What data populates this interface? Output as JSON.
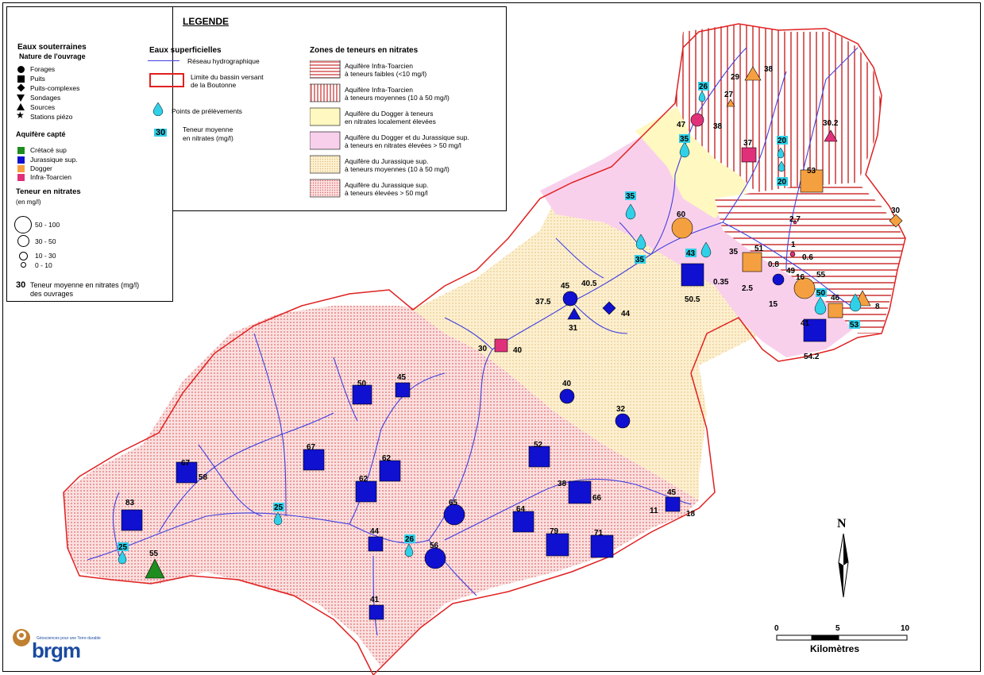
{
  "legend": {
    "title": "LEGENDE",
    "groundwater_title": "Eaux souterraines",
    "structure_title": "Nature de l'ouvrage",
    "structure_items": [
      "Forages",
      "Puits",
      "Puits-complexes",
      "Sondages",
      "Sources",
      "Stations piézo"
    ],
    "aquifer_title": "Aquifère capté",
    "aquifer_items": [
      {
        "label": "Crétacé sup",
        "color": "#1e8c1e"
      },
      {
        "label": "Jurassique sup.",
        "color": "#1010d0"
      },
      {
        "label": "Dogger",
        "color": "#f5a040"
      },
      {
        "label": "Infra-Toarcien",
        "color": "#e0307a"
      }
    ],
    "nitrate_title": "Teneur en nitrates",
    "nitrate_unit": "(en mg/l)",
    "size_classes": [
      "50 - 100",
      "30 -  50",
      "10 -  30",
      "0 -  10"
    ],
    "avg_label_sample": "30",
    "avg_label_text": "Teneur moyenne en nitrates (mg/l)",
    "avg_label_text2": "des ouvrages",
    "surface_title": "Eaux superficielles",
    "surface_items": {
      "network": "Réseau hydrographique",
      "basin_1": "Limite du bassin versant",
      "basin_2": "de la Boutonne",
      "points": "Points de prélèvements",
      "avg_sample": "30",
      "avg_1": "Teneur moyenne",
      "avg_2": "en nitrates (mg/l)"
    },
    "zones_title": "Zones de teneurs en nitrates",
    "zones": [
      {
        "l1": "Aquifère Infra-Toarcien",
        "l2": "à teneurs faibles (<10 mg/l)"
      },
      {
        "l1": "Aquifère Infra-Toarcien",
        "l2": "à teneurs moyennes (10 à 50 mg/l)"
      },
      {
        "l1": "Aquifère du Dogger à teneurs",
        "l2": "en nitrates localement élevées"
      },
      {
        "l1": "Aquifère du Dogger et du Jurassique sup.",
        "l2": "à teneurs en nitrates élevées > 50 mg/l"
      },
      {
        "l1": "Aquifère du Jurassique sup.",
        "l2": "à teneurs moyennes (10 à 50 mg/l)"
      },
      {
        "l1": "Aquifère du Jurassique sup.",
        "l2": "à teneurs élevées > 50 mg/l"
      }
    ]
  },
  "colors": {
    "river": "#4040e0",
    "basin_border": "#e02020",
    "jurassic": "#1010d0",
    "dogger": "#f5a040",
    "infra": "#e0307a",
    "cretace": "#1e8c1e",
    "drop": "#30d0e8",
    "zone_pink": "#f9c9e9",
    "zone_yellow": "#fff8c0",
    "zone_beige": "#fce8b8",
    "zone_red_dots": "#f4a0a0"
  },
  "map": {
    "jurassic_labels": [
      "83",
      "67",
      "58",
      "67",
      "62",
      "62",
      "50",
      "45",
      "44",
      "41",
      "56",
      "65",
      "52",
      "64",
      "38",
      "66",
      "79",
      "71",
      "45",
      "11",
      "18",
      "40",
      "32",
      "45",
      "40.5",
      "37.5",
      "31",
      "44",
      "50.5",
      "54.2",
      "49",
      "41"
    ],
    "dogger_labels": [
      "60",
      "51",
      "35",
      "0.8",
      "55",
      "16",
      "46",
      "8",
      "30",
      "53",
      "29",
      "38",
      "27",
      "0.35",
      "2.5",
      "15"
    ],
    "infra_labels": [
      "30",
      "40",
      "47",
      "38",
      "37",
      "30.2",
      "2.7",
      "1",
      "0.6"
    ],
    "cretace_labels": [
      "55"
    ],
    "surface_labels": [
      "25",
      "25",
      "26",
      "35",
      "35",
      "43",
      "26",
      "35",
      "20",
      "20",
      "50",
      "53"
    ]
  },
  "north": "N",
  "scale": {
    "ticks": [
      "0",
      "5",
      "10"
    ],
    "unit": "Kilomètres"
  },
  "logo": {
    "name": "brgm",
    "tagline": "Géosciences pour une Terre durable"
  }
}
